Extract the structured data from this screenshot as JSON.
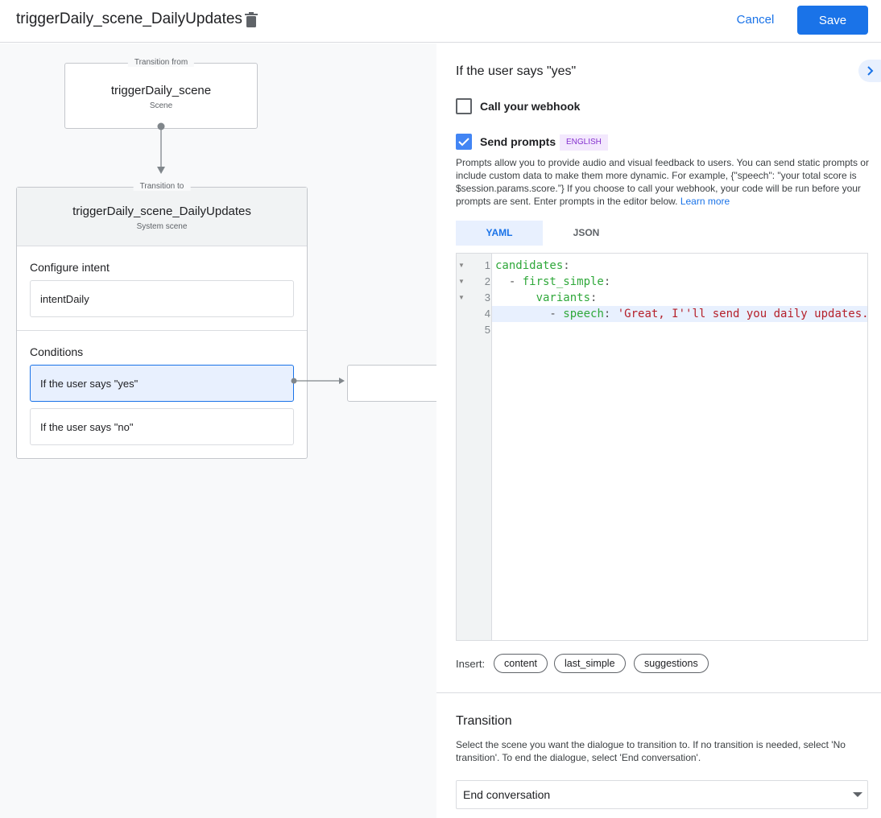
{
  "header": {
    "title": "triggerDaily_scene_DailyUpdates",
    "cancel": "Cancel",
    "save": "Save"
  },
  "flow": {
    "from": {
      "legend": "Transition from",
      "name": "triggerDaily_scene",
      "type": "Scene"
    },
    "to": {
      "legend": "Transition to",
      "name": "triggerDaily_scene_DailyUpdates",
      "type": "System scene"
    },
    "intent_heading": "Configure intent",
    "intent": "intentDaily",
    "conditions_heading": "Conditions",
    "conditions": [
      "If the user says \"yes\"",
      "If the user says \"no\""
    ]
  },
  "panel": {
    "heading": "If the user says \"yes\"",
    "webhook": {
      "label": "Call your webhook",
      "checked": false
    },
    "prompts": {
      "label": "Send prompts",
      "checked": true,
      "badge": "ENGLISH",
      "description": "Prompts allow you to provide audio and visual feedback to users. You can send static prompts or include custom data to make them more dynamic. For example, {\"speech\": \"your total score is $session.params.score.”} If you choose to call your webhook, your code will be run before your prompts are sent. Enter prompts in the editor below.",
      "learn_more": "Learn more"
    },
    "tabs": [
      "YAML",
      "JSON"
    ],
    "active_tab": "YAML",
    "code": {
      "line_numbers": [
        "1",
        "2",
        "3",
        "4",
        "5"
      ],
      "lines": [
        [
          "candidates",
          ":"
        ],
        [
          "  - ",
          "first_simple",
          ":"
        ],
        [
          "      ",
          "variants",
          ":"
        ],
        [
          "        - ",
          "speech",
          ": ",
          "'Great, I''ll send you daily updates."
        ]
      ]
    },
    "insert": {
      "label": "Insert:",
      "chips": [
        "content",
        "last_simple",
        "suggestions"
      ]
    },
    "transition": {
      "heading": "Transition",
      "description": "Select the scene you want the dialogue to transition to. If no transition is needed, select 'No transition'. To end the dialogue, select 'End conversation'.",
      "selected": "End conversation"
    }
  },
  "colors": {
    "accent": "#1a73e8",
    "badge_bg": "#f3e8fd",
    "badge_text": "#8430ce",
    "selected_bg": "#e8f0fe"
  }
}
